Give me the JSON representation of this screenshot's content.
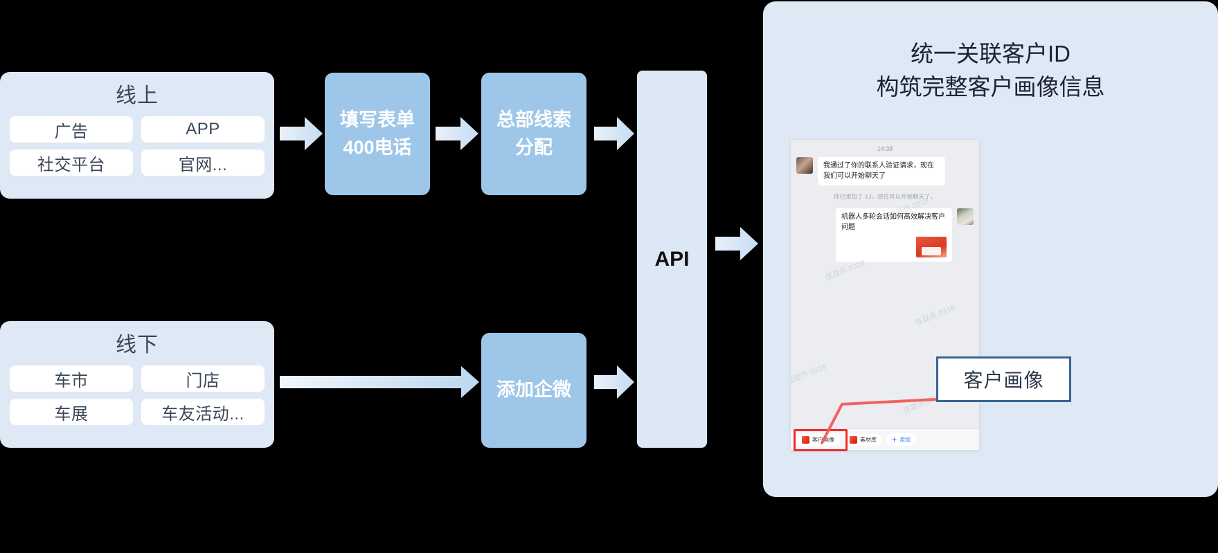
{
  "theme": {
    "panel_bg": "#dfe9f6",
    "process_blue": "#9ec6e8",
    "chip_white": "#ffffff",
    "text_dark": "#3b4759",
    "callout_border": "#3a6491",
    "highlight_red": "#ef2b2b",
    "canvas_bg": "#000000"
  },
  "sources": [
    {
      "id": "online",
      "title": "线上",
      "chips": [
        "广告",
        "APP",
        "社交平台",
        "官网..."
      ]
    },
    {
      "id": "offline",
      "title": "线下",
      "chips": [
        "车市",
        "门店",
        "车展",
        "车友活动..."
      ]
    }
  ],
  "processes": {
    "form": "填写表单\n400电话",
    "hq": "总部线索\n分配",
    "wecom": "添加企微"
  },
  "api": {
    "label": "API"
  },
  "right_panel": {
    "title_line1": "统一关联客户ID",
    "title_line2": "构筑完整客户画像信息"
  },
  "chat": {
    "timestamp": "14:38",
    "messages": [
      {
        "side": "in",
        "text": "我通过了你的联系人验证请求，现在我们可以开始聊天了"
      },
      {
        "side": "out",
        "text": "机器人多轮会话如何高效解决客户问题"
      }
    ],
    "system_note": "你已添加了 YJ，现在可以开始聊天了。",
    "toolbar": [
      {
        "id": "profile",
        "label": "客户画像",
        "icon": "customer-profile-icon"
      },
      {
        "id": "material",
        "label": "素材库",
        "icon": "material-library-icon"
      },
      {
        "id": "add",
        "label": "添加",
        "icon": "plus-icon"
      }
    ],
    "watermarks": [
      "住廷乐 0318",
      "住廷乐 0318",
      "住廷乐 0318",
      "住廷乐 0318",
      "住廷乐 0318"
    ]
  },
  "callout": {
    "label": "客户画像"
  },
  "arrows": [
    {
      "id": "online-to-form"
    },
    {
      "id": "form-to-hq"
    },
    {
      "id": "hq-to-api"
    },
    {
      "id": "offline-to-wecom"
    },
    {
      "id": "wecom-to-api"
    },
    {
      "id": "api-to-panel"
    }
  ]
}
